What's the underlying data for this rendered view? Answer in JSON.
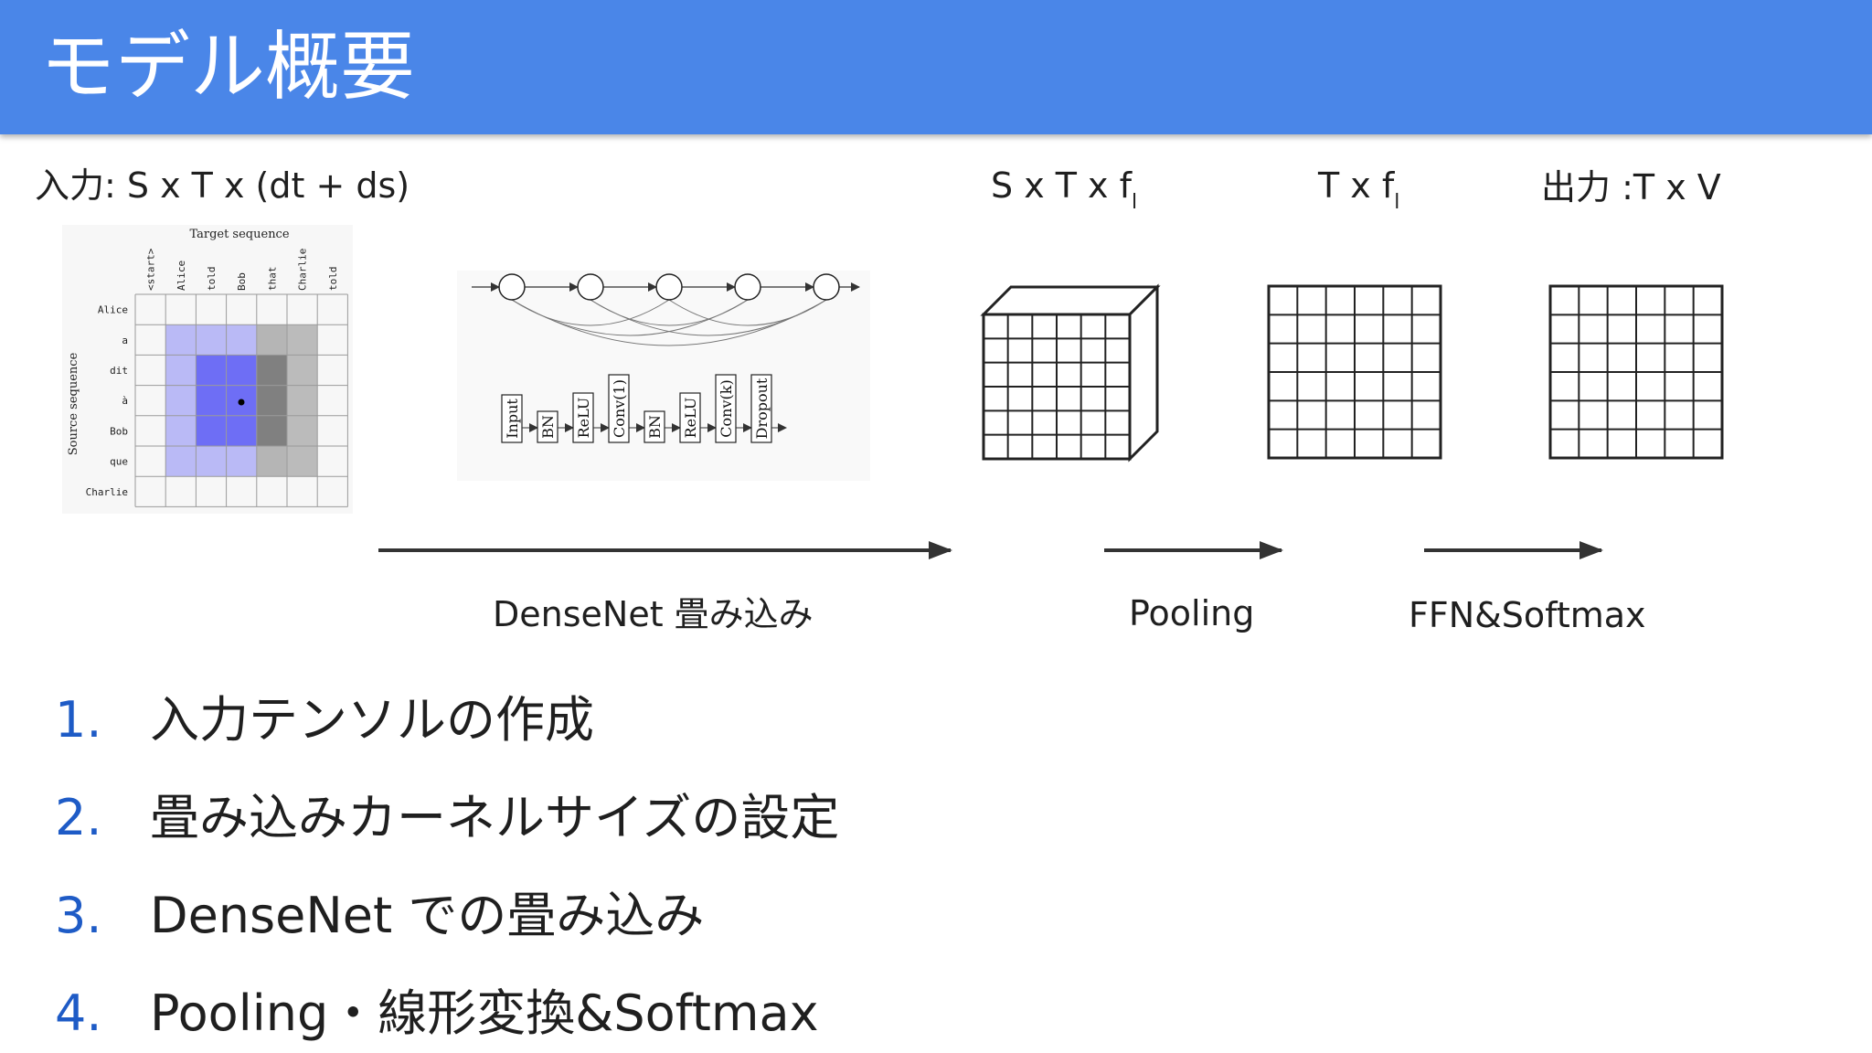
{
  "header": {
    "title": "モデル概要",
    "background": "#4a86e8"
  },
  "shapes": {
    "input": {
      "prefix": "入力",
      "text": ":  S x T x (dt + ds)"
    },
    "after_conv": {
      "text": "S x T x  f",
      "sub": "l"
    },
    "after_pool": {
      "text": "T x f",
      "sub": "l"
    },
    "output": {
      "prefix": "出力",
      "text": " :T x V"
    }
  },
  "attention_figure": {
    "title": "Target sequence",
    "y_axis_label": "Source sequence",
    "target_tokens": [
      "<start>",
      "Alice",
      "told",
      "Bob",
      "that",
      "Charlie",
      "told"
    ],
    "source_tokens": [
      "Alice",
      "a",
      "dit",
      "à",
      "Bob",
      "que",
      "Charlie"
    ]
  },
  "densenet_figure": {
    "blocks": [
      "Input",
      "BN",
      "ReLU",
      "Conv(1)",
      "BN",
      "ReLU",
      "Conv(k)",
      "Dropout"
    ]
  },
  "stages": {
    "conv_caption": "DenseNet 畳み込み",
    "pool_caption": "Pooling",
    "ffn_caption": "FFN&Softmax"
  },
  "steps": [
    {
      "num": "1.",
      "text": "入力テンソルの作成"
    },
    {
      "num": "2.",
      "text": "畳み込みカーネルサイズの設定"
    },
    {
      "num": "3.",
      "text": "DenseNet での畳み込み"
    },
    {
      "num": "4.",
      "text": "Pooling・線形変換&Softmax"
    }
  ],
  "colors": {
    "accent": "#4a86e8",
    "step_number": "#1e5bc6",
    "attention_blue": "#6e6ef5",
    "attention_gray": "#808080"
  }
}
